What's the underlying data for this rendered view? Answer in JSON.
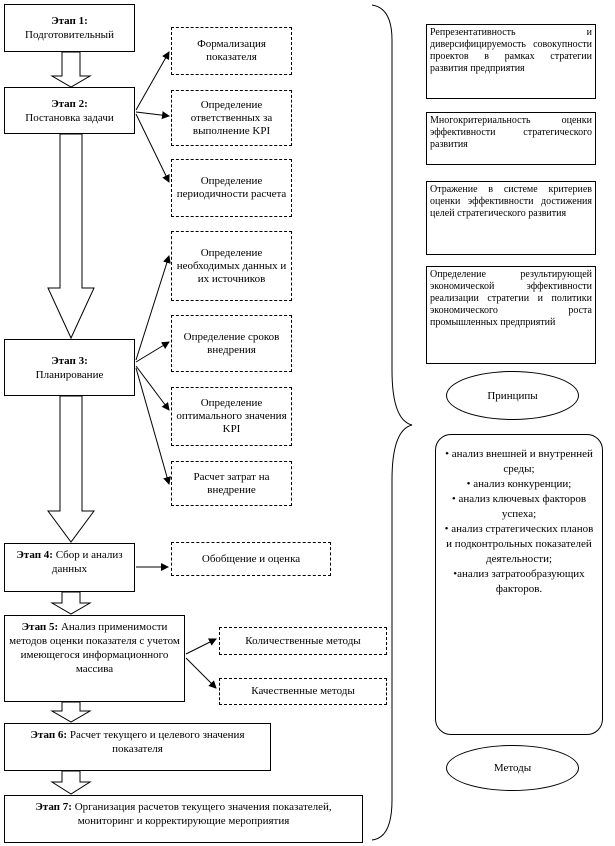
{
  "stages": [
    {
      "label": "Этап 1:",
      "text": "Подготовительный"
    },
    {
      "label": "Этап 2:",
      "text": "Постановка задачи"
    },
    {
      "label": "Этап 3:",
      "text": "Планирование"
    },
    {
      "label": "Этап 4:",
      "text": "Сбор и анализ данных"
    },
    {
      "label": "Этап 5:",
      "text": "Анализ применимости методов оценки показателя с учетом имеющегося информационного массива"
    },
    {
      "label": "Этап 6:",
      "text": "Расчет текущего и целевого значения показателя"
    },
    {
      "label": "Этап 7:",
      "text": "Организация расчетов текущего значения показателей, мониторинг и корректирующие мероприятия"
    }
  ],
  "tasks": [
    "Формализация показателя",
    "Определение ответственных за выполнение KPI",
    "Определение периодичности расчета",
    "Определение необходимых данных и их источников",
    "Определение сроков внедрения",
    "Определение оптимального значения KPI",
    "Расчет затрат на внедрение"
  ],
  "stage4_task": "Обобщение и оценка",
  "stage5_tasks": [
    "Количественные методы",
    "Качественные методы"
  ],
  "principles": [
    "Репрезентативность и диверсифицируемость совокупности проектов в рамках стратегии развития предприятия",
    "Многокритериальность оценки эффективности стратегического развития",
    "Отражение в системе критериев оценки эффективности достижения целей стратегического развития",
    "Определение результирующей экономической эффективности реализации стратегии и политики экономического роста промышленных предприятий"
  ],
  "principles_label": "Принципы",
  "methods_items": [
    "• анализ внешней и внутренней среды;",
    "• анализ конкуренции;",
    "• анализ ключевых факторов успеха;",
    "• анализ стратегических планов и подконтрольных показателей деятельности;",
    "•анализ затратообразующих факторов."
  ],
  "methods_label": "Методы"
}
